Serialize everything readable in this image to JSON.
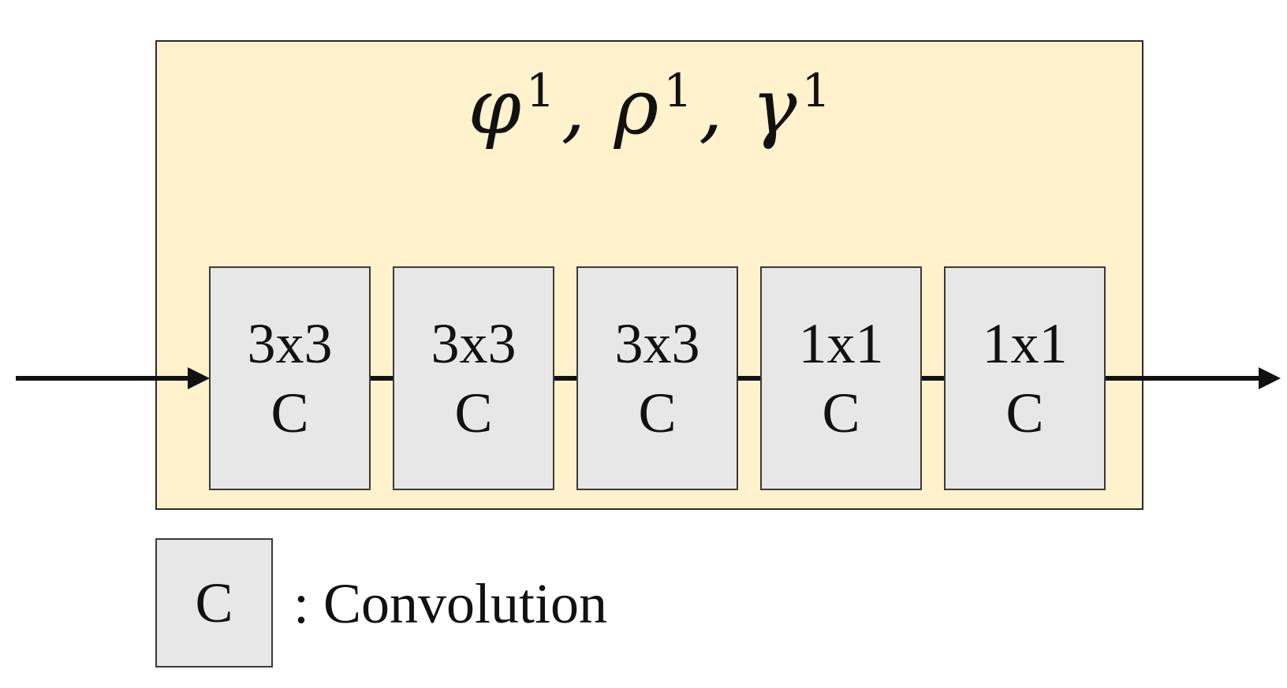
{
  "module": {
    "title": [
      {
        "symbol": "φ",
        "sup": "1",
        "sep": ","
      },
      {
        "symbol": "ρ",
        "sup": "1",
        "sep": ","
      },
      {
        "symbol": "γ",
        "sup": "1",
        "sep": ""
      }
    ],
    "blocks": [
      {
        "size": "3x3",
        "type": "C"
      },
      {
        "size": "3x3",
        "type": "C"
      },
      {
        "size": "3x3",
        "type": "C"
      },
      {
        "size": "1x1",
        "type": "C"
      },
      {
        "size": "1x1",
        "type": "C"
      }
    ]
  },
  "legend": {
    "symbol": "C",
    "description": ": Convolution"
  },
  "colors": {
    "container_fill": "#fff2cc",
    "block_fill": "#e7e7e7",
    "line": "#111111"
  }
}
